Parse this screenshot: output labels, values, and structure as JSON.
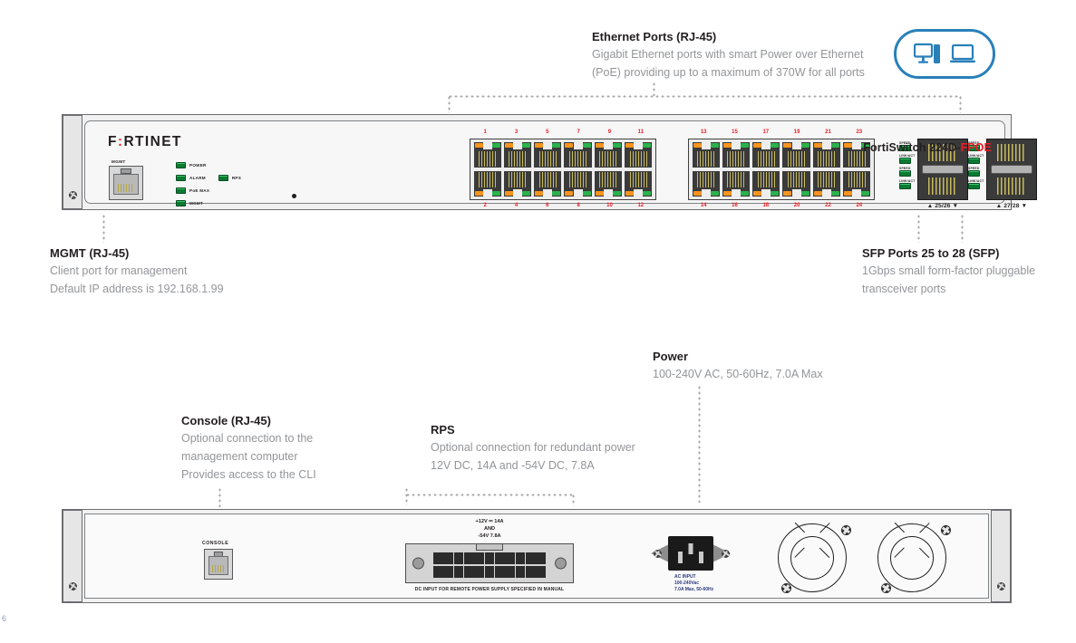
{
  "callouts": {
    "ethernet": {
      "title": "Ethernet Ports (RJ-45)",
      "line1": "Gigabit Ethernet ports with smart Power over Ethernet",
      "line2": "(PoE) providing up to a maximum of 370W for all ports"
    },
    "mgmt": {
      "title": "MGMT (RJ-45)",
      "line1": "Client port for management",
      "line2": "Default IP address is 192.168.1.99"
    },
    "sfp": {
      "title": "SFP Ports 25 to 28 (SFP)",
      "line1": "1Gbps small form-factor pluggable",
      "line2": "transceiver ports"
    },
    "power": {
      "title": "Power",
      "line1": "100-240V AC, 50-60Hz, 7.0A Max"
    },
    "console": {
      "title": "Console (RJ-45)",
      "line1": "Optional connection to the",
      "line2": "management computer",
      "line3": "Provides access to the CLI"
    },
    "rps": {
      "title": "RPS",
      "line1": "Optional connection for redundant power",
      "line2": "12V DC, 14A and -54V DC, 7.8A"
    }
  },
  "front_panel": {
    "brand": "F",
    "brand_rest": "RTINET",
    "model_name": "FortiSwitch 224D-",
    "model_suffix": "FPOE",
    "mgmt_label": "MGMT",
    "leds": [
      {
        "label": "POWER"
      },
      {
        "label": "ALARM"
      },
      {
        "label": "RPS"
      },
      {
        "label": "PoE MAX"
      },
      {
        "label": "MGMT"
      }
    ],
    "port_numbers_top_1": [
      "1",
      "3",
      "5",
      "7",
      "9",
      "11"
    ],
    "port_numbers_bottom_1": [
      "2",
      "4",
      "6",
      "8",
      "10",
      "12"
    ],
    "port_numbers_top_2": [
      "13",
      "15",
      "17",
      "19",
      "21",
      "23"
    ],
    "port_numbers_bottom_2": [
      "14",
      "16",
      "18",
      "20",
      "22",
      "24"
    ],
    "sfp_led_labels": [
      "SPEED",
      "LINK/ACT",
      "SPEED",
      "LINK/ACT"
    ],
    "sfp_cage_1_label": "▲ 25/26 ▼",
    "sfp_cage_2_label": "▲ 27/28 ▼"
  },
  "rear_panel": {
    "console_label": "CONSOLE",
    "rps_spec_line1": "+12V ⎓ 14A",
    "rps_spec_line2": "AND",
    "rps_spec_line3": "-54V      7.8A",
    "rps_note": "DC INPUT FOR REMOTE POWER SUPPLY SPECIFIED IN MANUAL",
    "ac_label_line1": "AC INPUT",
    "ac_label_line2": "100-240Vac",
    "ac_label_line3": "7.0A Max, 50-60Hz"
  },
  "page_number": "6",
  "colors": {
    "accent_blue": "#2980b9",
    "fortinet_red": "#ee3124",
    "port_number_red": "#ed1c24",
    "led_green": "#2bb24c",
    "led_amber": "#f7941e",
    "body_text": "#939598",
    "title_text": "#231f20"
  }
}
